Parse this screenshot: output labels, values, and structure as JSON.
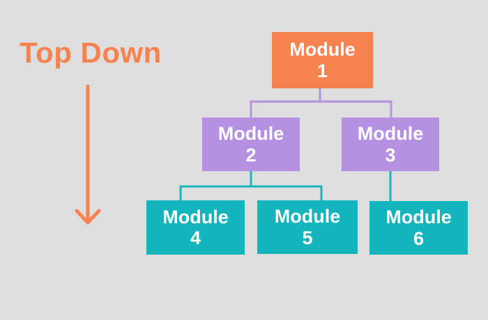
{
  "title": "Top Down",
  "colors": {
    "orange": "#F6824F",
    "purple": "#B690E1",
    "teal": "#15B5BD",
    "background": "#DEDEDE",
    "node_text": "#FFFFFF"
  },
  "diagram": {
    "direction": "top-down",
    "nodes": [
      {
        "id": "module-1",
        "label": "Module",
        "number": "1",
        "color": "#F6824F",
        "level": 1
      },
      {
        "id": "module-2",
        "label": "Module",
        "number": "2",
        "color": "#B690E1",
        "level": 2
      },
      {
        "id": "module-3",
        "label": "Module",
        "number": "3",
        "color": "#B690E1",
        "level": 2
      },
      {
        "id": "module-4",
        "label": "Module",
        "number": "4",
        "color": "#15B5BD",
        "level": 3
      },
      {
        "id": "module-5",
        "label": "Module",
        "number": "5",
        "color": "#15B5BD",
        "level": 3
      },
      {
        "id": "module-6",
        "label": "Module",
        "number": "6",
        "color": "#15B5BD",
        "level": 3
      }
    ],
    "edges": [
      {
        "from": "module-1",
        "to": "module-2",
        "color": "#B690E1"
      },
      {
        "from": "module-1",
        "to": "module-3",
        "color": "#B690E1"
      },
      {
        "from": "module-2",
        "to": "module-4",
        "color": "#15B5BD"
      },
      {
        "from": "module-2",
        "to": "module-5",
        "color": "#15B5BD"
      },
      {
        "from": "module-3",
        "to": "module-6",
        "color": "#15B5BD"
      }
    ]
  }
}
